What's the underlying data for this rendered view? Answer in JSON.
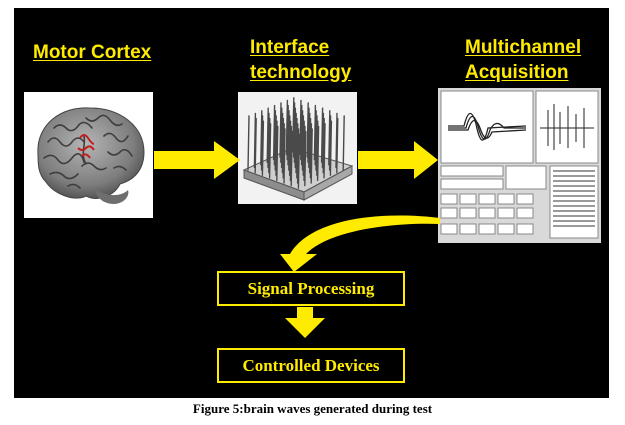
{
  "diagram": {
    "titles": {
      "motor_cortex": "Motor Cortex",
      "interface_line1": "Interface",
      "interface_line2": "technology",
      "acquisition_line1": "Multichannel",
      "acquisition_line2": "Acquisition"
    },
    "boxes": {
      "signal_processing": "Signal Processing",
      "controlled_devices": "Controlled Devices"
    },
    "caption": "Figure 5:brain waves generated during test",
    "colors": {
      "accent": "#ffeb00",
      "background": "#000000",
      "brain": "#8a8a8a",
      "highlight": "#c02020"
    }
  }
}
